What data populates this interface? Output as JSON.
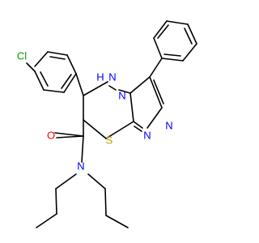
{
  "atoms": [
    {
      "id": "Cl",
      "text": "Cl",
      "color": "#00a000"
    },
    {
      "id": "H",
      "text": "H",
      "color": "#0000ff"
    },
    {
      "id": "N_nh",
      "text": "N",
      "color": "#0000ff"
    },
    {
      "id": "N_bridge",
      "text": "N",
      "color": "#0000ff"
    },
    {
      "id": "N_tr_top",
      "text": "N",
      "color": "#0000ff"
    },
    {
      "id": "N_tr_bot",
      "text": "N",
      "color": "#0000ff"
    },
    {
      "id": "S",
      "text": "S",
      "color": "#b8a400"
    },
    {
      "id": "O",
      "text": "O",
      "color": "#ff0000"
    },
    {
      "id": "N_amide",
      "text": "N",
      "color": "#0000ff"
    }
  ]
}
